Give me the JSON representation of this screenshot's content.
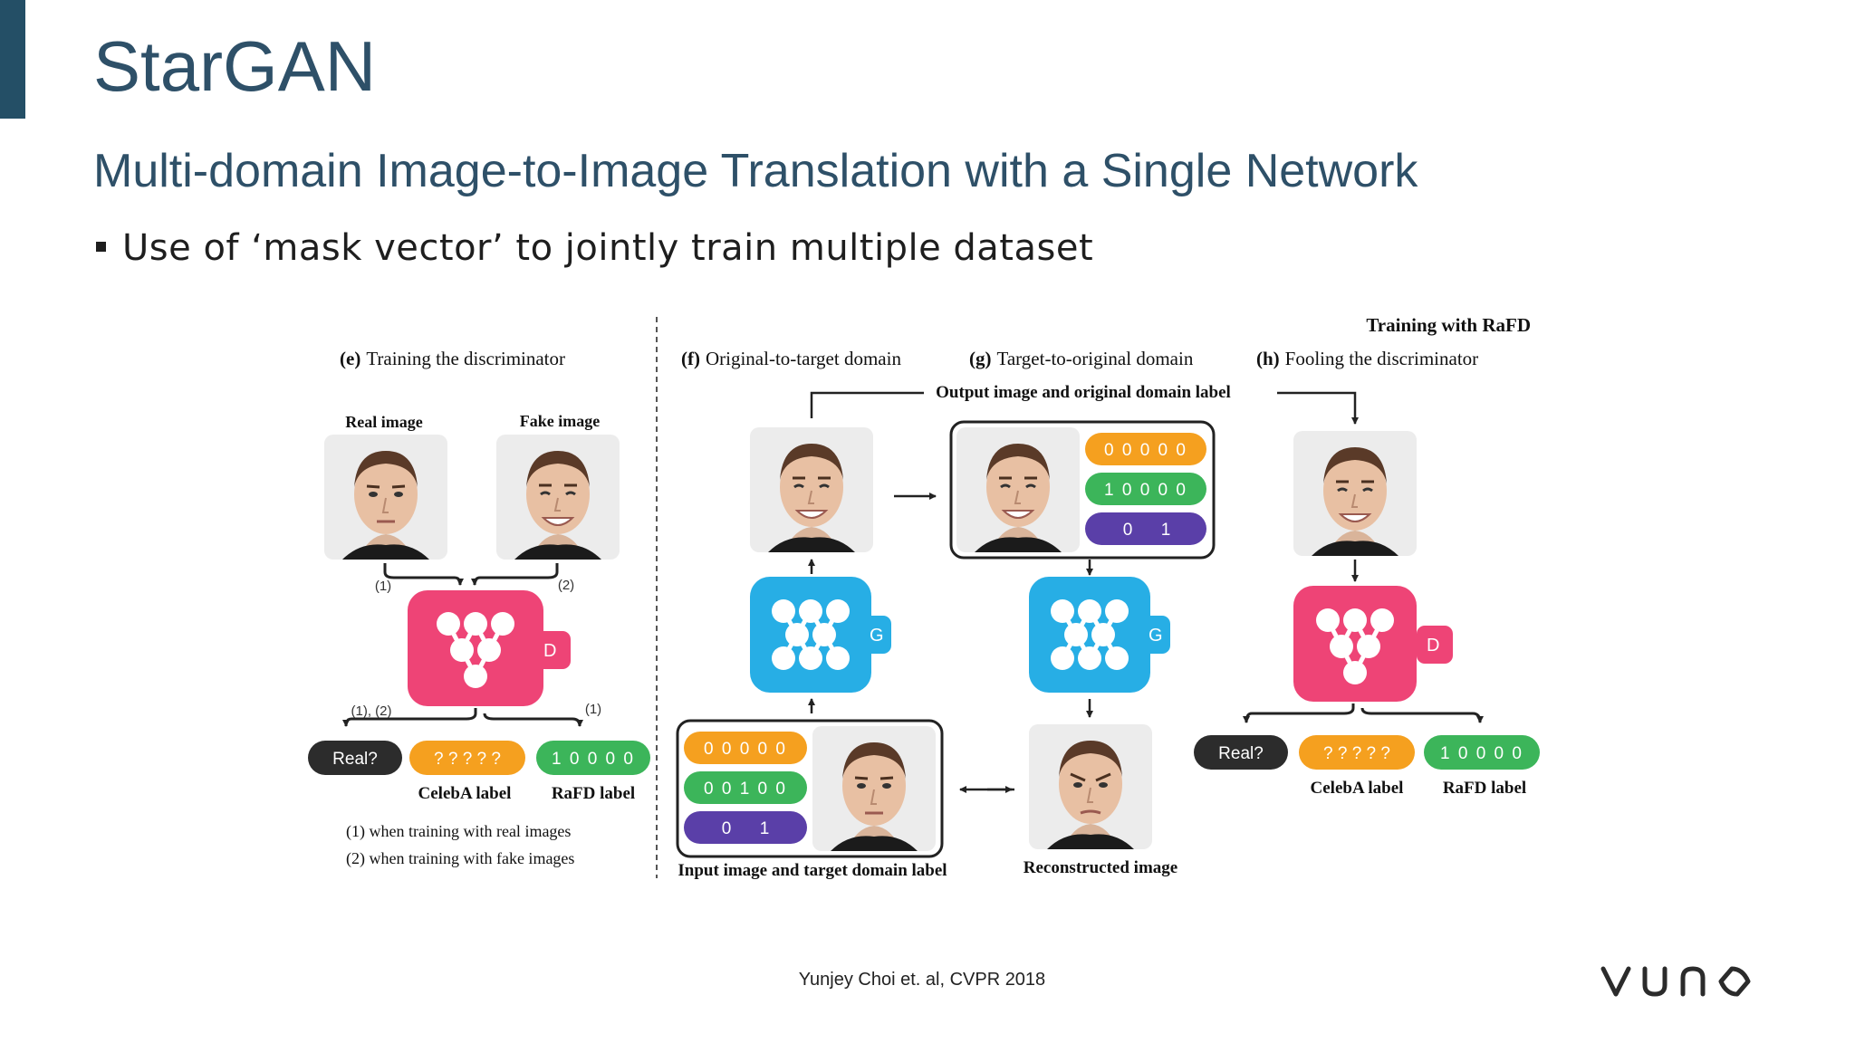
{
  "slide": {
    "title": "StarGAN",
    "subtitle": "Multi-domain Image-to-Image Translation with a Single Network",
    "bullet": "Use of ‘mask vector’ to jointly train multiple dataset",
    "citation": "Yunjey Choi et. al, CVPR 2018",
    "logo": "VUNO"
  },
  "figure": {
    "training_with_rafd": "Training with RaFD",
    "panel_e": {
      "letter": "(e)",
      "title": "Training the discriminator"
    },
    "panel_f": {
      "letter": "(f)",
      "title": "Original-to-target domain"
    },
    "panel_g": {
      "letter": "(g)",
      "title": "Target-to-original domain"
    },
    "panel_h": {
      "letter": "(h)",
      "title": "Fooling the discriminator"
    },
    "real_image": "Real image",
    "fake_image": "Fake image",
    "mark1": "(1)",
    "mark2": "(2)",
    "mark12": "(1), (2)",
    "real_q": "Real?",
    "unknown_label": "? ? ? ? ?",
    "rafd_vector": "1 0 0 0 0",
    "celeba_label": "CelebA label",
    "rafd_label": "RaFD label",
    "legend1": "(1) when training with real images",
    "legend2": "(2) when training with fake images",
    "output_label": "Output image and original domain label",
    "input_label": "Input image and target domain label",
    "reconstructed": "Reconstructed image",
    "vec_zero": "0 0 0 0 0",
    "vec_rafd": "1 0 0 0 0",
    "vec_target": "0 0 1 0 0",
    "mask_zero": "0",
    "mask_one": "1",
    "g_letter": "G",
    "d_letter": "D",
    "colors": {
      "orange": "#f5a01f",
      "green": "#3cb55a",
      "purple": "#5a3fa8",
      "blue": "#27aee5",
      "pink": "#ee4476",
      "dark": "#2c2c2c",
      "accent": "#244f66"
    }
  }
}
